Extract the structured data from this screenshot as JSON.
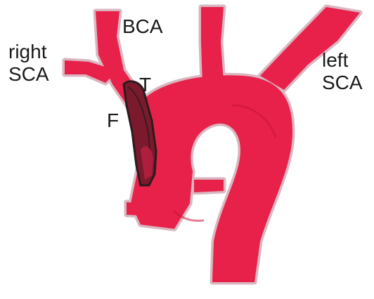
{
  "labels": {
    "right_sca_line1": "right",
    "right_sca_line2": "SCA",
    "left_sca_line1": "left",
    "left_sca_line2": "SCA",
    "bca": "BCA",
    "t": "T",
    "f": "F"
  },
  "colors": {
    "background": "#ffffff",
    "vessel_fill": "#e8214a",
    "vessel_outline": "#d9b6c0",
    "vessel_wall": "#9b3a50",
    "false_lumen": "#7a1a2c",
    "false_lumen_edge": "#2b1b1f",
    "text": "#1a1a1a"
  }
}
